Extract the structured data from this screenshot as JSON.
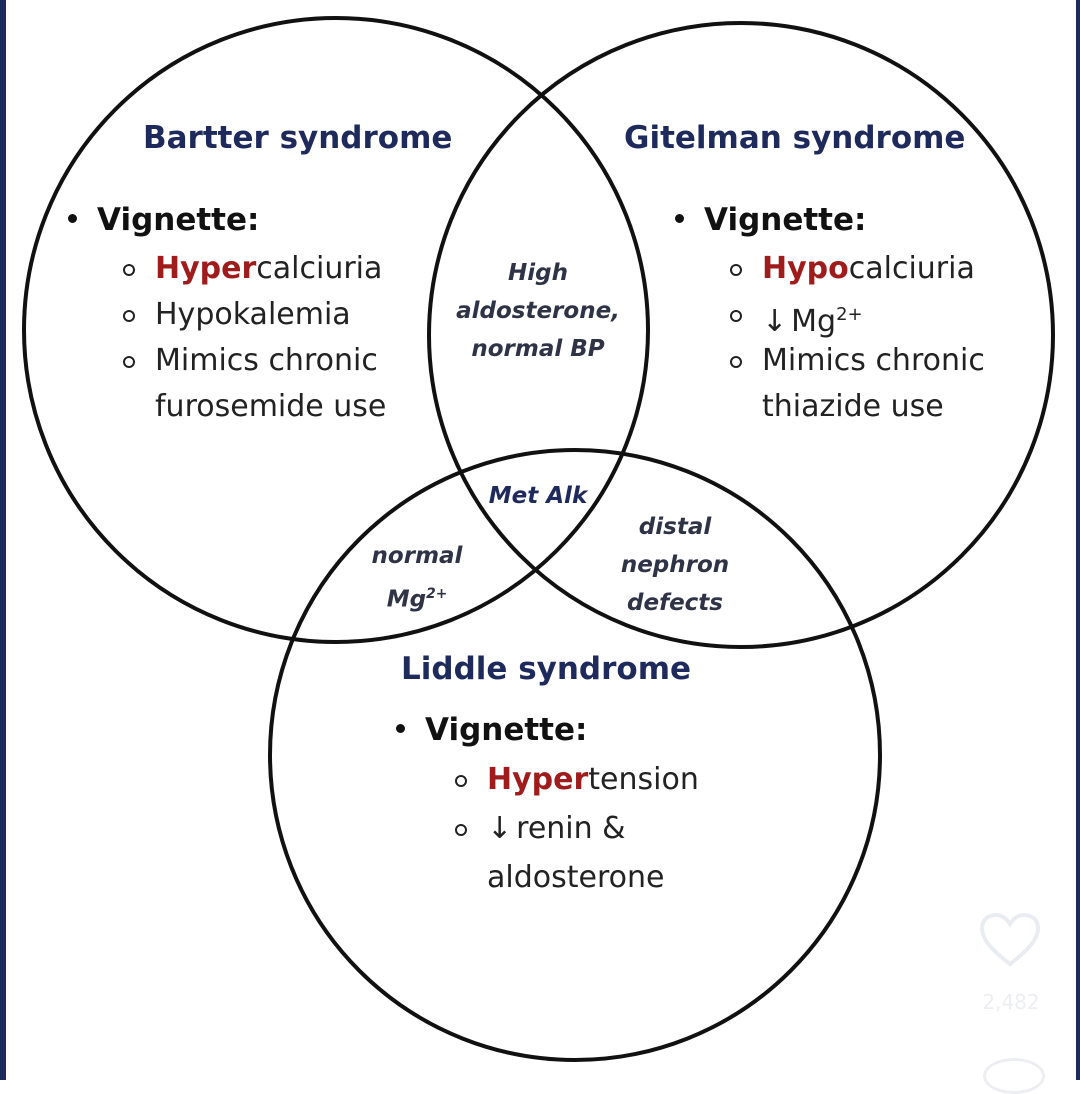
{
  "colors": {
    "title": "#1f2a5c",
    "emphasis": "#a01c1c",
    "text": "#222222",
    "overlap_text": "#2f3346",
    "frame": "#1f2a5c"
  },
  "bartter": {
    "title": "Bartter syndrome",
    "vignette_label": "Vignette:",
    "hyper_prefix": "Hyper",
    "hyper_rest": "calciuria",
    "item2": "Hypokalemia",
    "item3_line1": "Mimics chronic",
    "item3_line2": "furosemide use"
  },
  "gitelman": {
    "title": "Gitelman syndrome",
    "vignette_label": "Vignette:",
    "hypo_prefix": "Hypo",
    "hypo_rest": "calciuria",
    "mg_arrow": "↓",
    "mg_base": "Mg",
    "mg_sup": "2+",
    "item3_line1": "Mimics chronic",
    "item3_line2": "thiazide use"
  },
  "liddle": {
    "title": "Liddle syndrome",
    "vignette_label": "Vignette:",
    "hyper_prefix": "Hyper",
    "hyper_rest": "tension",
    "renin_arrow": "↓",
    "renin_line1": "renin &",
    "renin_line2": "aldosterone"
  },
  "overlaps": {
    "bartter_gitelman": [
      "High",
      "aldosterone,",
      "normal BP"
    ],
    "all_three": "Met Alk",
    "bartter_liddle_line1": "normal",
    "bartter_liddle_mg_base": "Mg",
    "bartter_liddle_mg_sup": "2+",
    "gitelman_liddle": [
      "distal",
      "nephron",
      "defects"
    ]
  },
  "overlay": {
    "like_icon": "heart-icon",
    "like_count": "2,482",
    "share_icon": "share-icon"
  }
}
